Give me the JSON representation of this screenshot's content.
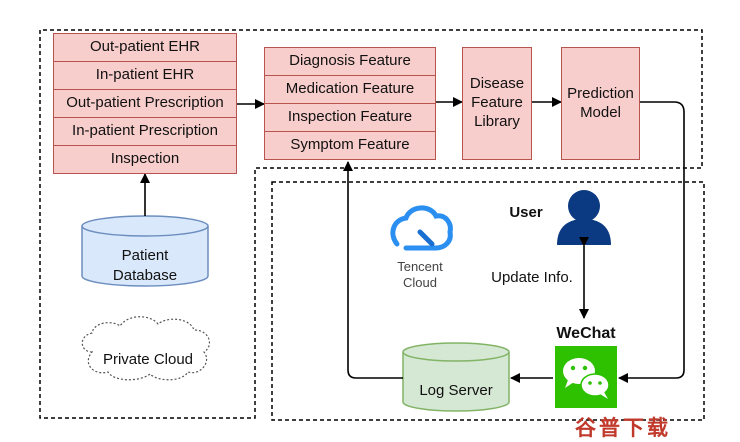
{
  "ehr_sources": [
    "Out-patient EHR",
    "In-patient EHR",
    "Out-patient Prescription",
    "In-patient Prescription",
    "Inspection"
  ],
  "features": [
    "Diagnosis Feature",
    "Medication Feature",
    "Inspection Feature",
    "Symptom Feature"
  ],
  "disease_library": {
    "line1": "Disease",
    "line2": "Feature",
    "line3": "Library"
  },
  "prediction_model": {
    "line1": "Prediction",
    "line2": "Model"
  },
  "patient_db": {
    "line1": "Patient",
    "line2": "Database"
  },
  "private_cloud": "Private Cloud",
  "tencent_cloud": {
    "line1": "Tencent",
    "line2": "Cloud"
  },
  "user_label": "User",
  "update_info": "Update Info.",
  "wechat_label": "WeChat",
  "log_server": "Log Server",
  "watermark": "谷普下载",
  "colors": {
    "box_fill": "#f8cecc",
    "box_stroke": "#b85450",
    "db_fill": "#dae8fc",
    "db_stroke": "#6c8ebf",
    "log_fill": "#d5e8d4",
    "log_stroke": "#82b366",
    "user_blue": "#0b3a82",
    "wechat_green": "#2dc100",
    "tencent_blue": "#2a8ff0"
  }
}
